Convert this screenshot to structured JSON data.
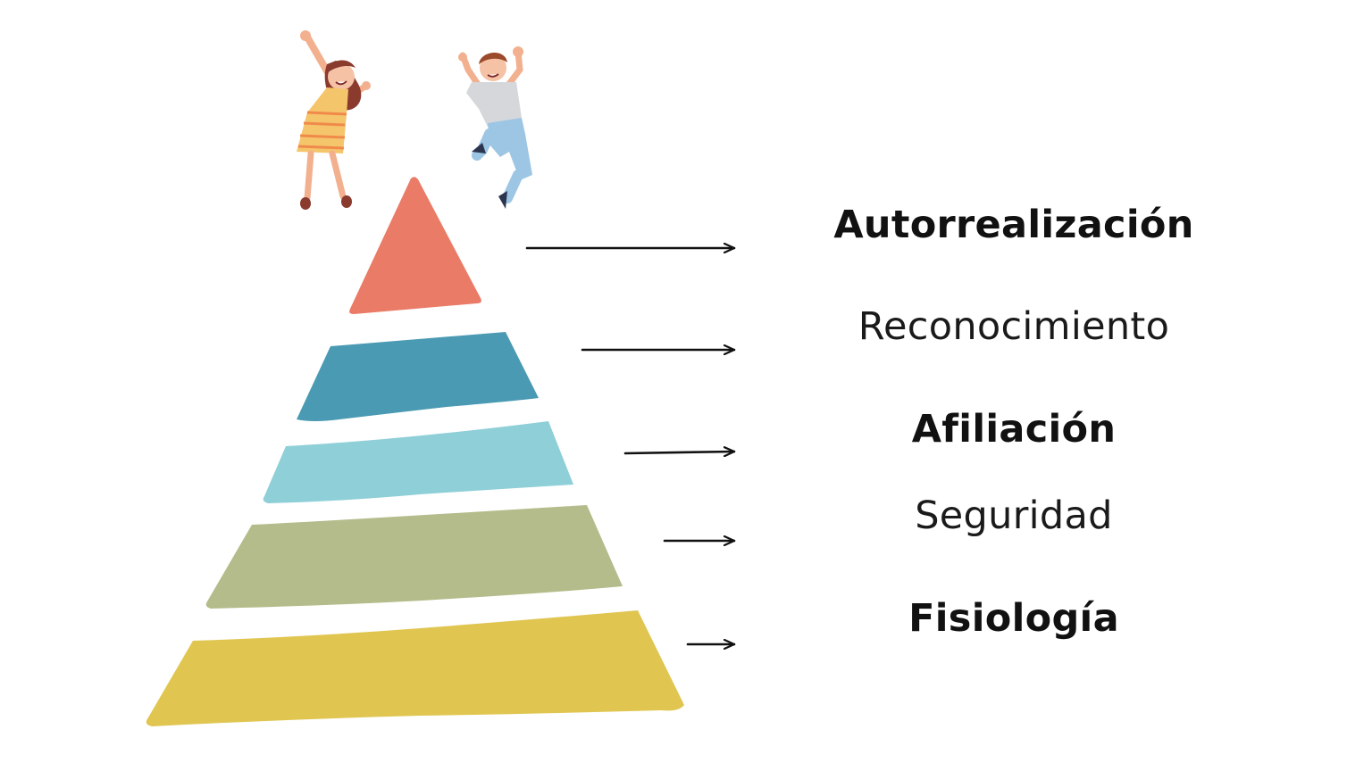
{
  "levels": [
    {
      "label": "Autorrealización",
      "weight": "bold",
      "color": "#E97B67"
    },
    {
      "label": "Reconocimiento",
      "weight": "normal",
      "color": "#4A9AB3"
    },
    {
      "label": "Afiliación",
      "weight": "bold",
      "color": "#8ECFD8"
    },
    {
      "label": "Seguridad",
      "weight": "normal",
      "color": "#B3BC8A"
    },
    {
      "label": "Fisiología",
      "weight": "bold",
      "color": "#E0C651"
    }
  ],
  "colors": {
    "arrow": "#111111",
    "text": "#111111",
    "background": "#ffffff"
  },
  "illustrations": [
    {
      "name": "celebrating-girl-illustration"
    },
    {
      "name": "jumping-boy-illustration"
    }
  ]
}
